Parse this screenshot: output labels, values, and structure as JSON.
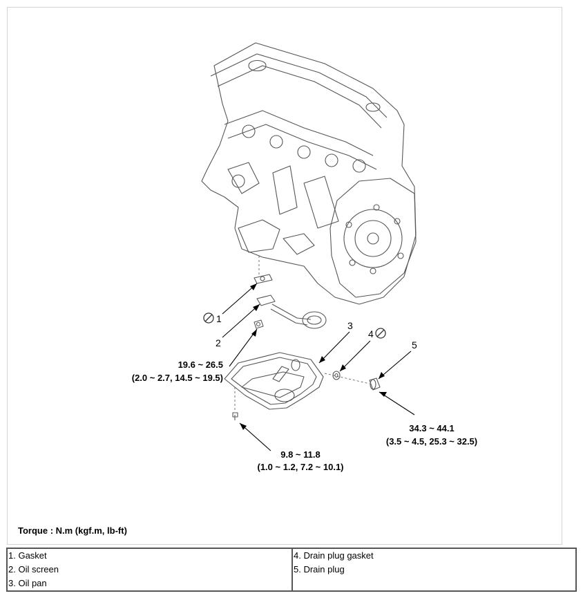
{
  "callouts": {
    "c1": "1",
    "c2": "2",
    "c3": "3",
    "c4": "4",
    "c5": "5"
  },
  "torques": {
    "screen": {
      "line1": "19.6 ~ 26.5",
      "line2": "(2.0 ~ 2.7, 14.5 ~ 19.5)"
    },
    "drain": {
      "line1": "34.3 ~ 44.1",
      "line2": "(3.5 ~ 4.5, 25.3 ~ 32.5)"
    },
    "pan": {
      "line1": "9.8 ~ 11.8",
      "line2": "(1.0 ~ 1.2, 7.2 ~ 10.1)"
    }
  },
  "torque_note": "Torque : N.m (kgf.m, lb-ft)",
  "legend": {
    "left": [
      "1. Gasket",
      "2. Oil screen",
      "3. Oil pan"
    ],
    "right": [
      "4. Drain plug gasket",
      "5. Drain plug"
    ]
  },
  "icons": {
    "replace_symbol": "no-reuse-icon"
  }
}
